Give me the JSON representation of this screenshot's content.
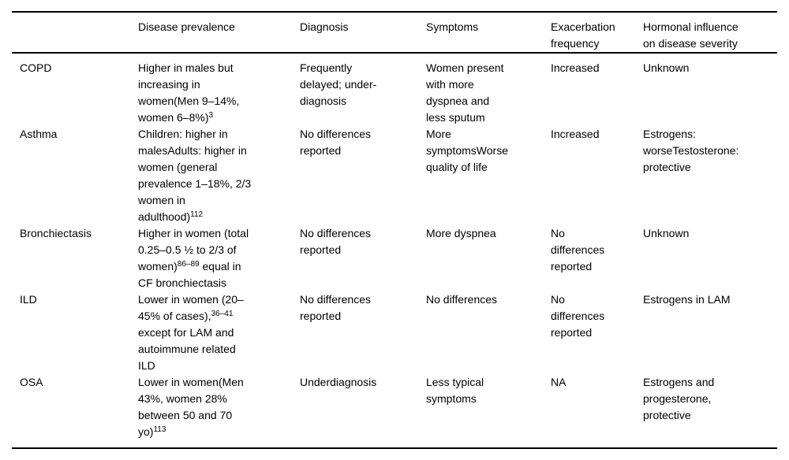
{
  "page": {
    "background_color": "#ffffff",
    "text_color": "#000000",
    "rule_color": "#000000"
  },
  "table": {
    "columns": [
      {
        "label": ""
      },
      {
        "label": "Disease prevalence"
      },
      {
        "label": "Diagnosis"
      },
      {
        "label": "Symptoms"
      },
      {
        "label": "Exacerbation\nfrequency"
      },
      {
        "label": "Hormonal influence\non disease severity"
      }
    ],
    "rows": [
      {
        "disease": "COPD",
        "prevalence": [
          {
            "text": "Higher in males but\nincreasing in\nwomen(Men 9–14%,\nwomen 6–8%)"
          },
          {
            "text": "3",
            "sup": true
          }
        ],
        "diagnosis": "Frequently\ndelayed; under-\ndiagnosis",
        "symptoms": "Women present\nwith more\ndyspnea and\nless sputum",
        "exacerbation_frequency": "Increased",
        "hormonal_influence": "Unknown"
      },
      {
        "disease": "Asthma",
        "prevalence": [
          {
            "text": "Children: higher in\nmalesAdults: higher in\nwomen (general\nprevalence 1–18%, 2/3\nwomen in\nadulthood)"
          },
          {
            "text": "112",
            "sup": true
          }
        ],
        "diagnosis": "No differences\nreported",
        "symptoms": "More\nsymptomsWorse\nquality of life",
        "exacerbation_frequency": "Increased",
        "hormonal_influence": "Estrogens:\nworseTestosterone:\nprotective"
      },
      {
        "disease": "Bronchiectasis",
        "prevalence": [
          {
            "text": "Higher in women (total\n0.25–0.5 ½ to 2/3 of\nwomen)"
          },
          {
            "text": "86–89",
            "sup": true
          },
          {
            "text": " equal in\nCF bronchiectasis"
          }
        ],
        "diagnosis": "No differences\nreported",
        "symptoms": "More dyspnea",
        "exacerbation_frequency": "No\ndifferences\nreported",
        "hormonal_influence": "Unknown"
      },
      {
        "disease": "ILD",
        "prevalence": [
          {
            "text": "Lower in women (20–\n45% of cases),"
          },
          {
            "text": "36–41",
            "sup": true
          },
          {
            "text": "\nexcept for LAM and\nautoimmune related\nILD"
          }
        ],
        "diagnosis": "No differences\nreported",
        "symptoms": "No differences",
        "exacerbation_frequency": "No\ndifferences\nreported",
        "hormonal_influence": "Estrogens in LAM"
      },
      {
        "disease": "OSA",
        "prevalence": [
          {
            "text": "Lower in women(Men\n43%, women 28%\nbetween 50 and 70\nyo)"
          },
          {
            "text": "113",
            "sup": true
          }
        ],
        "diagnosis": "Underdiagnosis",
        "symptoms": "Less typical\nsymptoms",
        "exacerbation_frequency": "NA",
        "hormonal_influence": "Estrogens and\nprogesterone,\nprotective"
      }
    ]
  }
}
